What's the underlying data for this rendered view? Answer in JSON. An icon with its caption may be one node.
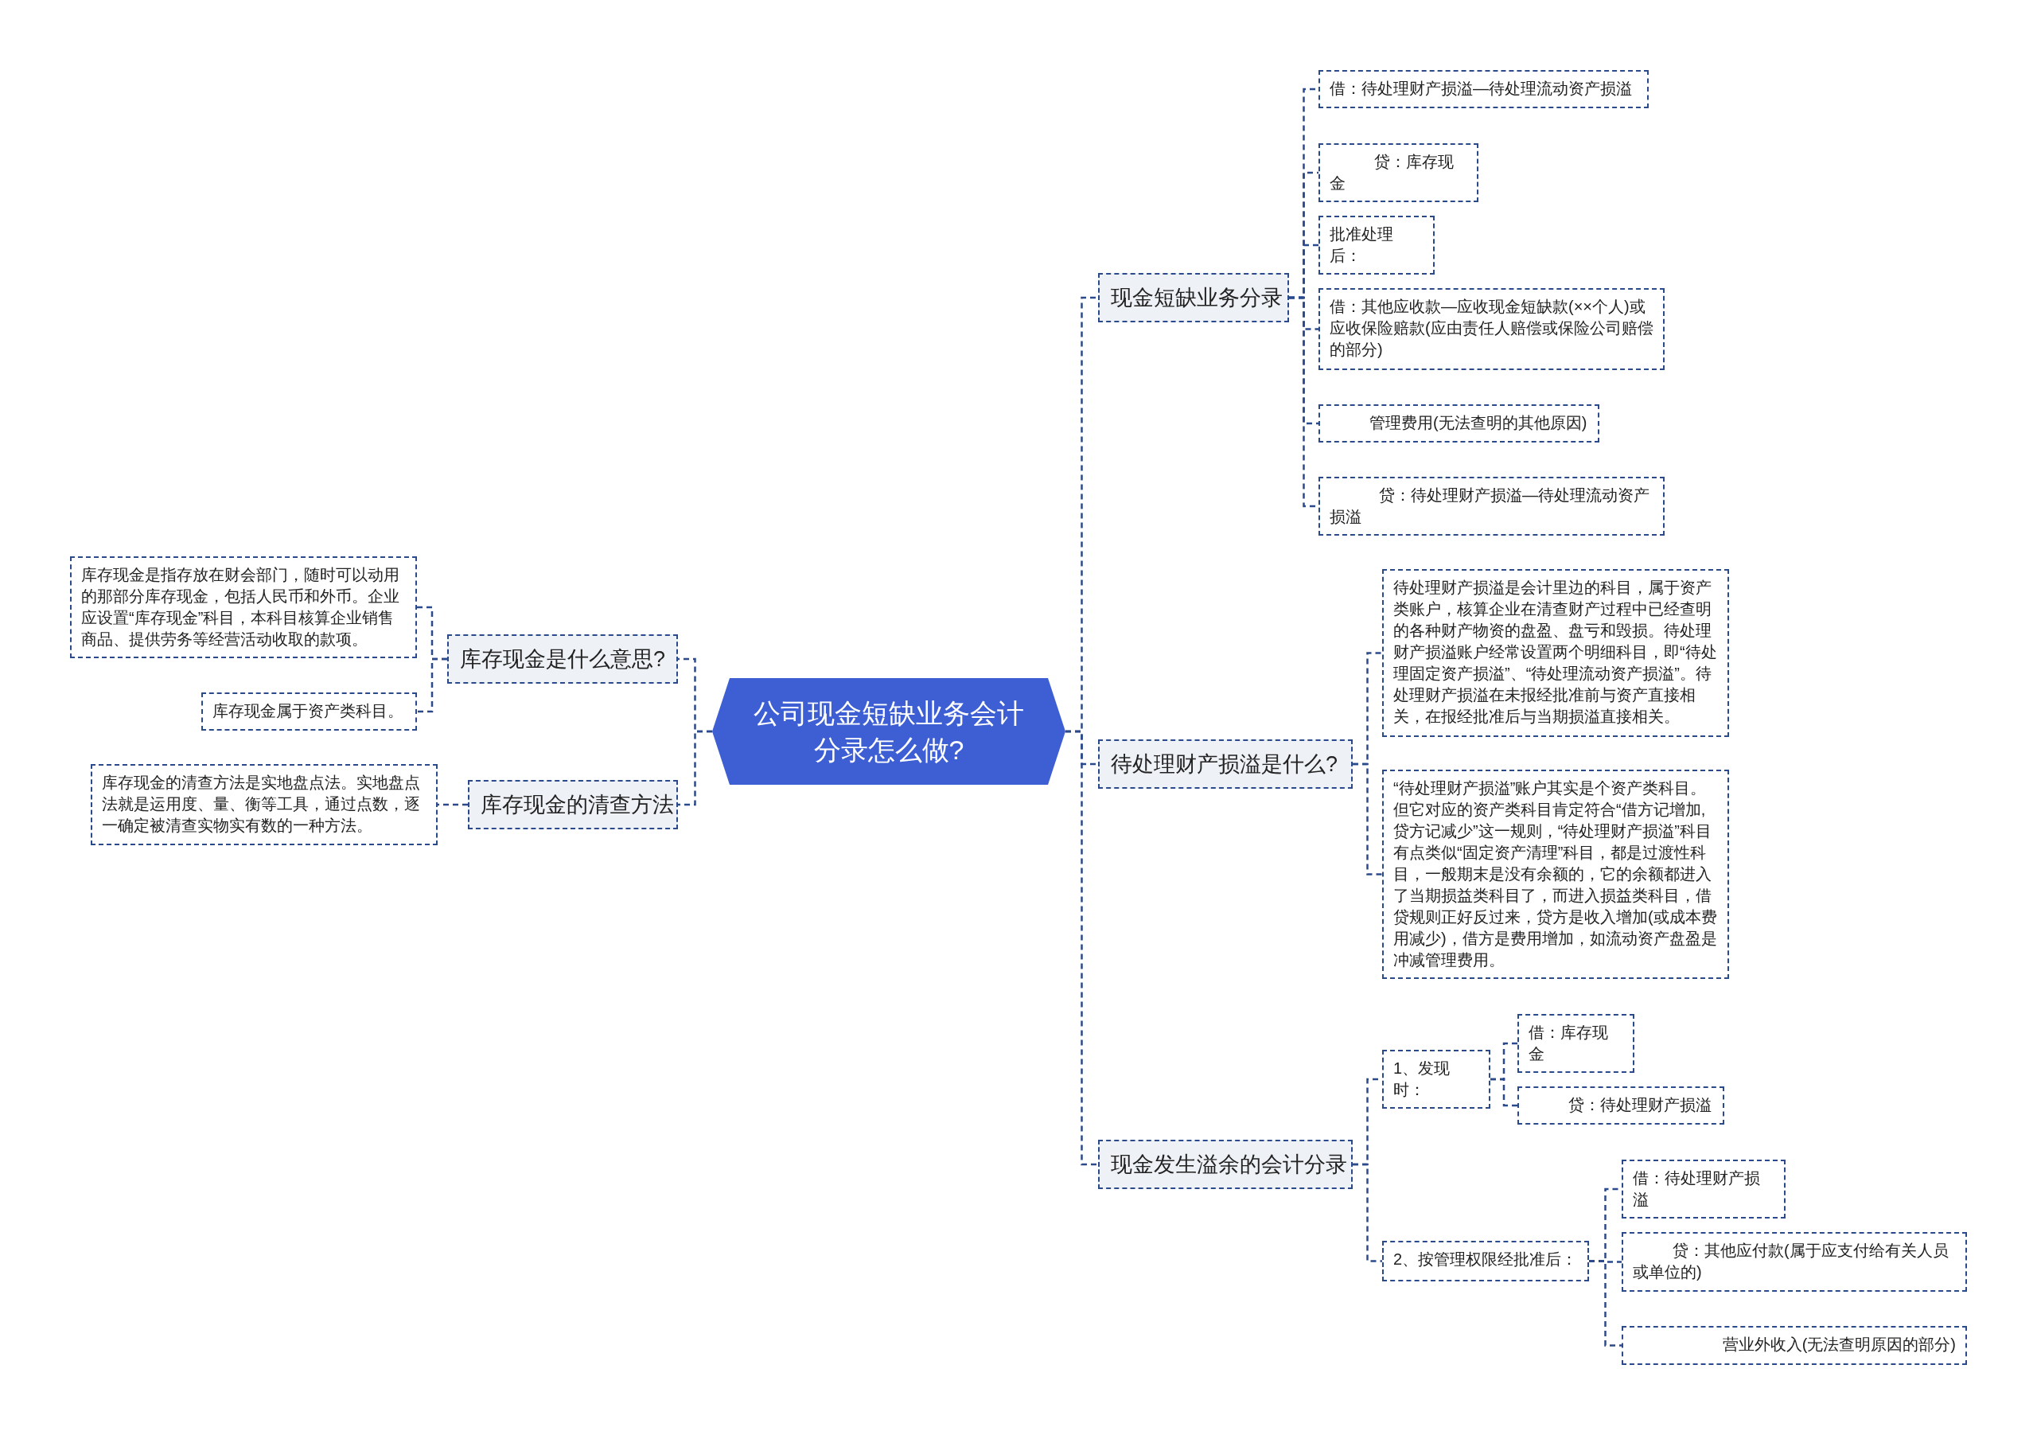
{
  "diagram": {
    "nodes": [
      {
        "text": [
          "公司现金短缺业务会计分录怎么做?"
        ]
      },
      {
        "text": [
          "现金短缺业务分录"
        ]
      },
      {
        "text": [
          "借：待处理财产损溢—待处理流动资产损溢"
        ]
      },
      {
        "text": [
          "贷：库存现金"
        ]
      },
      {
        "text": [
          "批准处理后："
        ]
      },
      {
        "text": [
          "借：其他应收款—应收现金短缺款(××个人)或应收保险赔款(应由责任人赔偿或保险公司赔偿的部分)"
        ]
      },
      {
        "text": [
          "管理费用(无法查明的其他原因)"
        ]
      },
      {
        "text": [
          "贷：待处理财产损溢—待处理流动资产损溢"
        ]
      },
      {
        "text": [
          "待处理财产损溢是什么?"
        ]
      },
      {
        "text": [
          "待处理财产损溢是会计里边的科目，属于资产类账户，核算企业在清查财产过程中已经查明的各种财产物资的盘盈、盘亏和毁损。待处理财产损溢账户经常设置两个明细科目，即“待处理固定资产损溢”、“待处理流动资产损溢”。待处理财产损溢在未报经批准前与资产直接相关，在报经批准后与当期损溢直接相关。"
        ]
      },
      {
        "text": [
          "“待处理财产损溢”账户其实是个资产类科目。但它对应的资产类科目肯定符合“借方记增加,贷方记减少”这一规则，“待处理财产损溢”科目有点类似“固定资产清理”科目，都是过渡性科目，一般期末是没有余额的，它的余额都进入了当期损益类科目了，而进入损益类科目，借贷规则正好反过来，贷方是收入增加(或成本费用减少)，借方是费用增加，如流动资产盘盈是冲减管理费用。"
        ]
      },
      {
        "text": [
          "现金发生溢余的会计分录"
        ]
      },
      {
        "text": [
          "1、发现时："
        ]
      },
      {
        "text": [
          "借：库存现金"
        ]
      },
      {
        "text": [
          "贷：待处理财产损溢"
        ]
      },
      {
        "text": [
          "2、按管理权限经批准后："
        ]
      },
      {
        "text": [
          "借：待处理财产损溢"
        ]
      },
      {
        "text": [
          "贷：其他应付款(属于应支付给有关人员或单位的)"
        ]
      },
      {
        "text": [
          "营业外收入(无法查明原因的部分)"
        ]
      },
      {
        "text": [
          "库存现金是什么意思?"
        ]
      },
      {
        "text": [
          "库存现金是指存放在财会部门，随时可以动用的那部分库存现金，包括人民币和外币。企业应设置“库存现金”科目，本科目核算企业销售商品、提供劳务等经营活动收取的款项。"
        ]
      },
      {
        "text": [
          "库存现金属于资产类科目。"
        ]
      },
      {
        "text": [
          "库存现金的清查方法"
        ]
      },
      {
        "text": [
          "库存现金的清查方法是实地盘点法。实地盘点法就是运用度、量、衡等工具，通过点数，逐一确定被清查实物实有数的一种方法。"
        ]
      }
    ],
    "edges": [
      {
        "from": 0,
        "to": 1,
        "arrow": "none"
      },
      {
        "from": 1,
        "to": 2,
        "arrow": "none"
      },
      {
        "from": 1,
        "to": 3,
        "arrow": "none"
      },
      {
        "from": 1,
        "to": 4,
        "arrow": "none"
      },
      {
        "from": 1,
        "to": 5,
        "arrow": "none"
      },
      {
        "from": 1,
        "to": 6,
        "arrow": "none"
      },
      {
        "from": 1,
        "to": 7,
        "arrow": "none"
      },
      {
        "from": 0,
        "to": 8,
        "arrow": "none"
      },
      {
        "from": 8,
        "to": 9,
        "arrow": "none"
      },
      {
        "from": 8,
        "to": 10,
        "arrow": "none"
      },
      {
        "from": 0,
        "to": 11,
        "arrow": "none"
      },
      {
        "from": 11,
        "to": 12,
        "arrow": "none"
      },
      {
        "from": 12,
        "to": 13,
        "arrow": "none"
      },
      {
        "from": 12,
        "to": 14,
        "arrow": "none"
      },
      {
        "from": 11,
        "to": 15,
        "arrow": "none"
      },
      {
        "from": 15,
        "to": 16,
        "arrow": "none"
      },
      {
        "from": 15,
        "to": 17,
        "arrow": "none"
      },
      {
        "from": 15,
        "to": 18,
        "arrow": "none"
      },
      {
        "from": 0,
        "to": 19,
        "arrow": "none"
      },
      {
        "from": 19,
        "to": 20,
        "arrow": "none"
      },
      {
        "from": 19,
        "to": 21,
        "arrow": "none"
      },
      {
        "from": 0,
        "to": 22,
        "arrow": "none"
      },
      {
        "from": 22,
        "to": 23,
        "arrow": "none"
      }
    ]
  }
}
